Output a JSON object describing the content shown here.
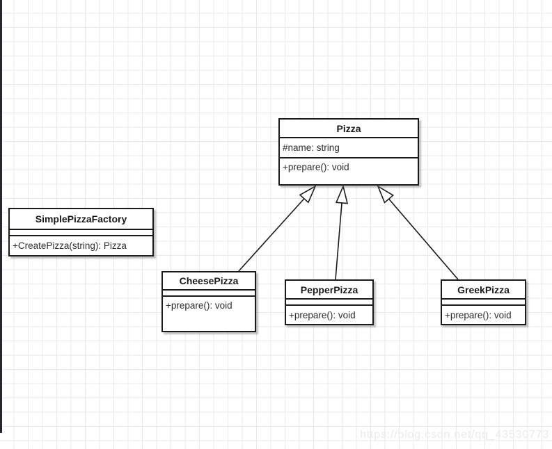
{
  "diagram": {
    "classes": [
      {
        "id": "pizza",
        "title": "Pizza",
        "attributes": [
          "#name: string"
        ],
        "methods": [
          "+prepare(): void"
        ]
      },
      {
        "id": "factory",
        "title": "SimplePizzaFactory",
        "attributes": [],
        "methods": [
          "+CreatePizza(string): Pizza"
        ]
      },
      {
        "id": "cheese",
        "title": "CheesePizza",
        "attributes": [],
        "methods": [
          "+prepare(): void"
        ]
      },
      {
        "id": "pepper",
        "title": "PepperPizza",
        "attributes": [],
        "methods": [
          "+prepare(): void"
        ]
      },
      {
        "id": "greek",
        "title": "GreekPizza",
        "attributes": [],
        "methods": [
          "+prepare(): void"
        ]
      }
    ],
    "relations": [
      {
        "from": "CheesePizza",
        "to": "Pizza",
        "type": "inheritance"
      },
      {
        "from": "PepperPizza",
        "to": "Pizza",
        "type": "inheritance"
      },
      {
        "from": "GreekPizza",
        "to": "Pizza",
        "type": "inheritance"
      }
    ]
  },
  "watermark": {
    "text": "https://blog.csdn.net/qq_43530773"
  },
  "colors": {
    "shape_border": "#1a1a1a",
    "shape_fill": "#ffffff",
    "grid_line": "#e9e9ec",
    "canvas_background": "#ffffff",
    "window_edge": "#26282d",
    "watermark_text": "#eaeaea"
  }
}
